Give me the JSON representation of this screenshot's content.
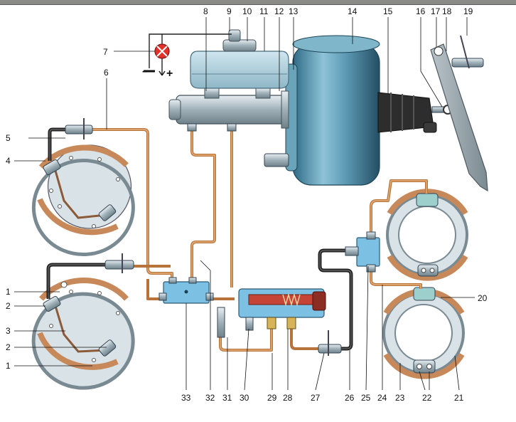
{
  "callouts": {
    "c1a": "1",
    "c1b": "1",
    "c2a": "2",
    "c2b": "2",
    "c3": "3",
    "c4": "4",
    "c5": "5",
    "c6": "6",
    "c7": "7",
    "c8": "8",
    "c9": "9",
    "c10": "10",
    "c11": "11",
    "c12": "12",
    "c13": "13",
    "c14": "14",
    "c15": "15",
    "c16": "16",
    "c17": "17",
    "c18": "18",
    "c19": "19",
    "c20": "20",
    "c21": "21",
    "c22": "22",
    "c23": "23",
    "c24": "24",
    "c25": "25",
    "c26": "26",
    "c27": "27",
    "c28": "28",
    "c29": "29",
    "c30": "30",
    "c31": "31",
    "c32": "32",
    "c33": "33"
  },
  "circuit": {
    "minus": "−",
    "plus": "+"
  },
  "colors": {
    "pipe": "#b8733a",
    "hose": "#222222",
    "booster": "#5e9bb5",
    "fitting": "#7cc1e3",
    "warning_lamp": "#e2312a",
    "regulator_spring": "#c64436",
    "brake_lining": "#c8895a"
  }
}
